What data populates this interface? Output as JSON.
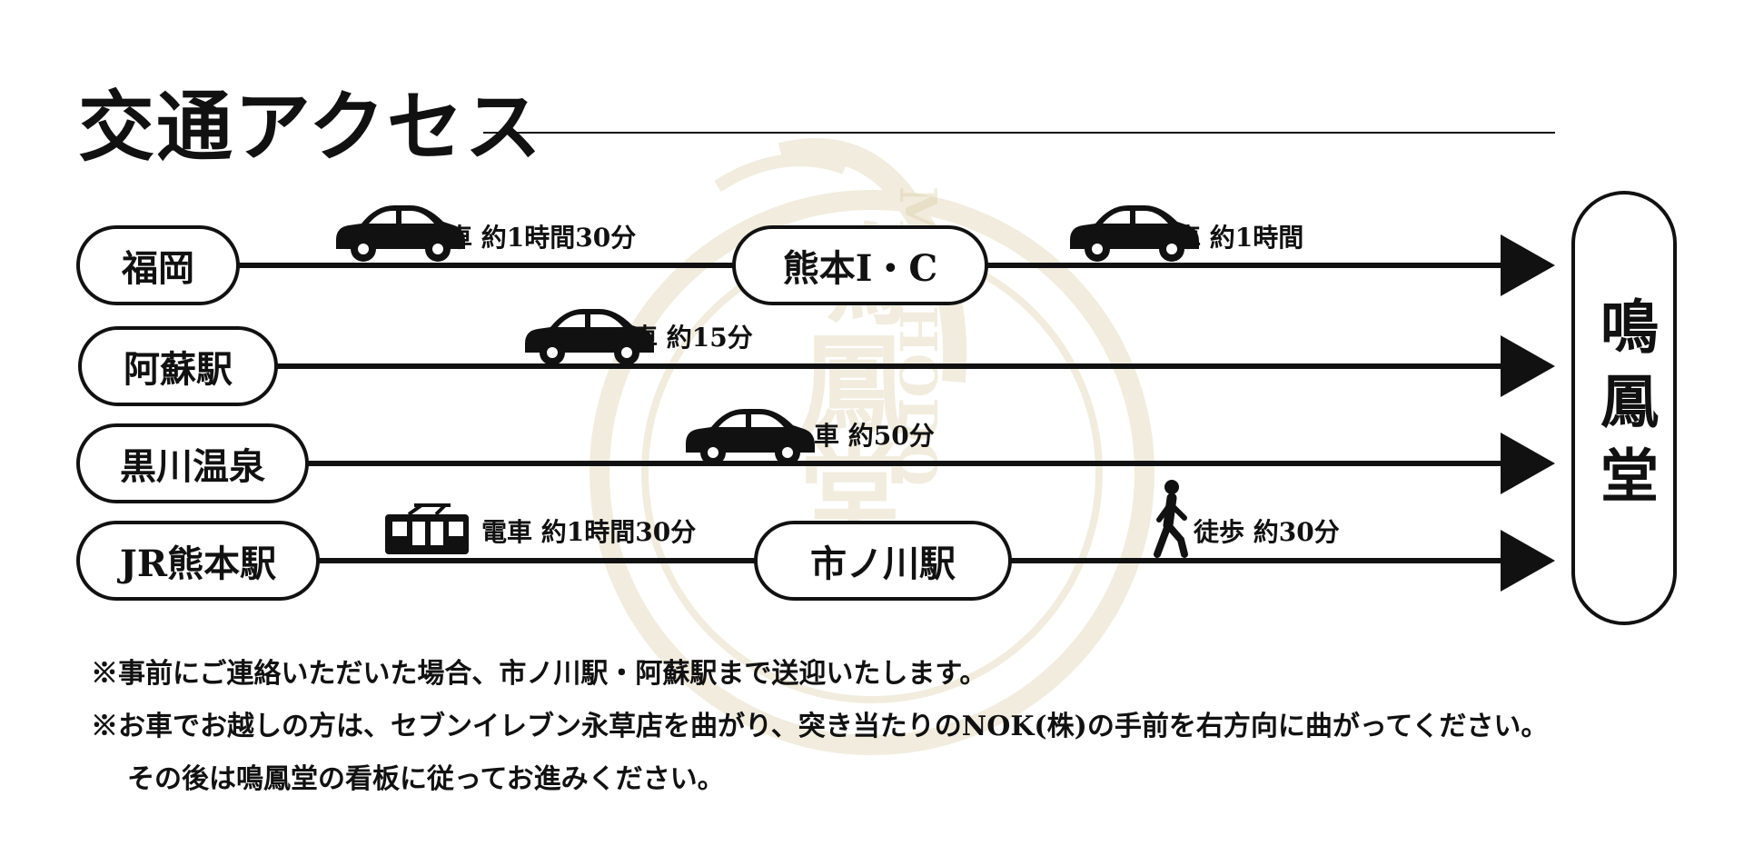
{
  "title": "交通アクセス",
  "destination": "鳴鳳堂",
  "watermark": {
    "text": "鳴鳳堂",
    "latin": "MEIHODO"
  },
  "nodes": {
    "fukuoka": "福岡",
    "kumamoto_ic": "熊本I・C",
    "aso": "阿蘇駅",
    "kurokawa": "黒川温泉",
    "jr_kumamoto": "JR熊本駅",
    "ichinokawa": "市ノ川駅"
  },
  "segments": {
    "fukuoka_ic": "車 約1時間30分",
    "ic_dest": "車 約1時間",
    "aso_dest": "車 約15分",
    "kurokawa_dest": "車 約50分",
    "jr_ichinokawa": "電車 約1時間30分",
    "ichinokawa_dest": "徒歩 約30分"
  },
  "notes": [
    "※事前にご連絡いただいた場合、市ノ川駅・阿蘇駅まで送迎いたします。",
    "※お車でお越しの方は、セブンイレブン永草店を曲がり、突き当たりのNOK(株)の手前を右方向に曲がってください。",
    "その後は鳴鳳堂の看板に従ってお進みください。"
  ],
  "icons": {
    "car": "car-icon",
    "train": "train-icon",
    "walk": "walking-person-icon",
    "arrow": "arrow-head-icon"
  },
  "colors": {
    "ink": "#111111",
    "watermark_gold": "#d8c9a0",
    "background": "#ffffff"
  }
}
